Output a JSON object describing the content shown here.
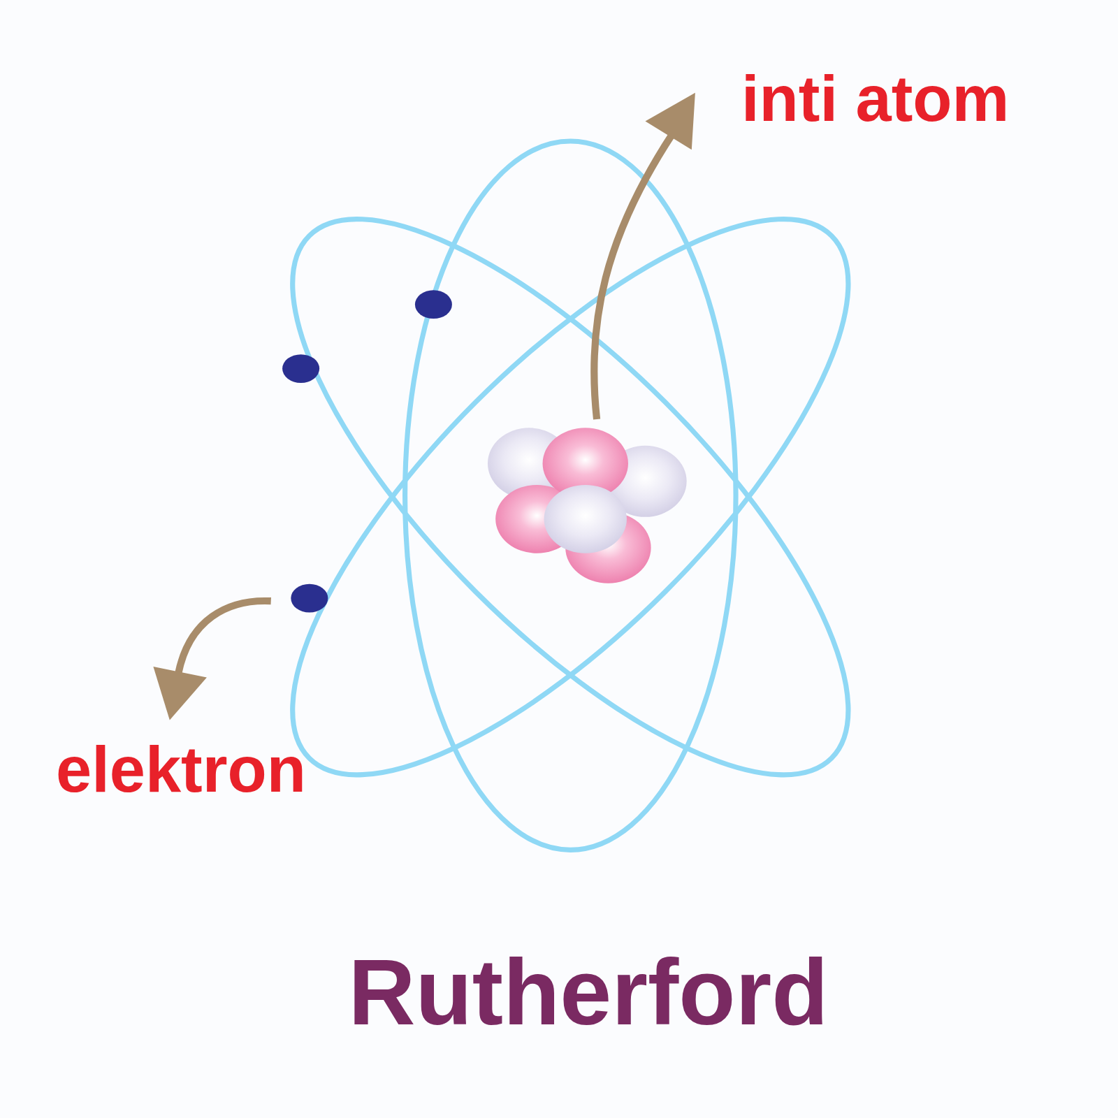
{
  "diagram": {
    "title": "Rutherford",
    "labels": [
      "inti atom",
      "elektron"
    ]
  }
}
